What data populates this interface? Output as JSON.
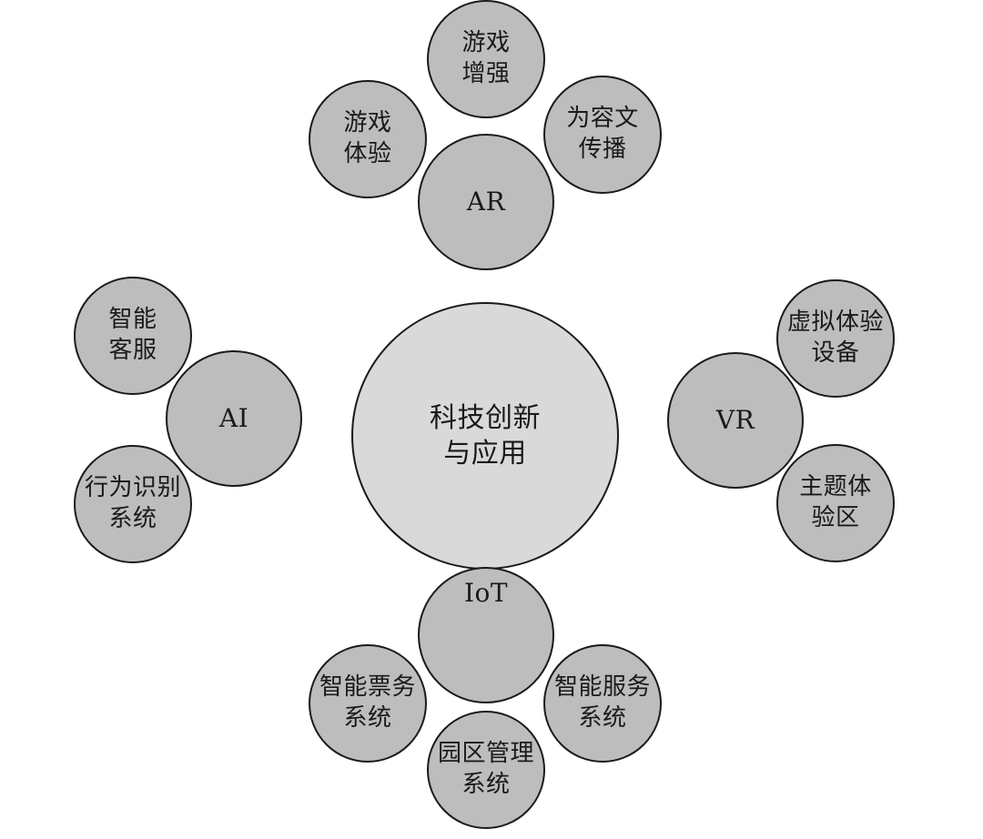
{
  "colors": {
    "center_fill": "#d9d9d9",
    "node_fill": "#bdbdbd",
    "stroke": "#1a1a1a"
  },
  "center": {
    "label": "科技创新\n与应用"
  },
  "ar": {
    "hub": "AR",
    "leaves": {
      "top": "游戏\n增强",
      "left": "游戏\n体验",
      "right": "为容文\n传播"
    }
  },
  "ai": {
    "hub": "AI",
    "leaves": {
      "top": "智能\n客服",
      "bottom": "行为识别\n系统"
    }
  },
  "vr": {
    "hub": "VR",
    "leaves": {
      "top": "虚拟体验\n设备",
      "bottom": "主题体\n验区"
    }
  },
  "iot": {
    "hub": "IoT",
    "leaves": {
      "left": "智能票务\n系统",
      "bottom": "园区管理\n系统",
      "right": "智能服务\n系统"
    }
  }
}
